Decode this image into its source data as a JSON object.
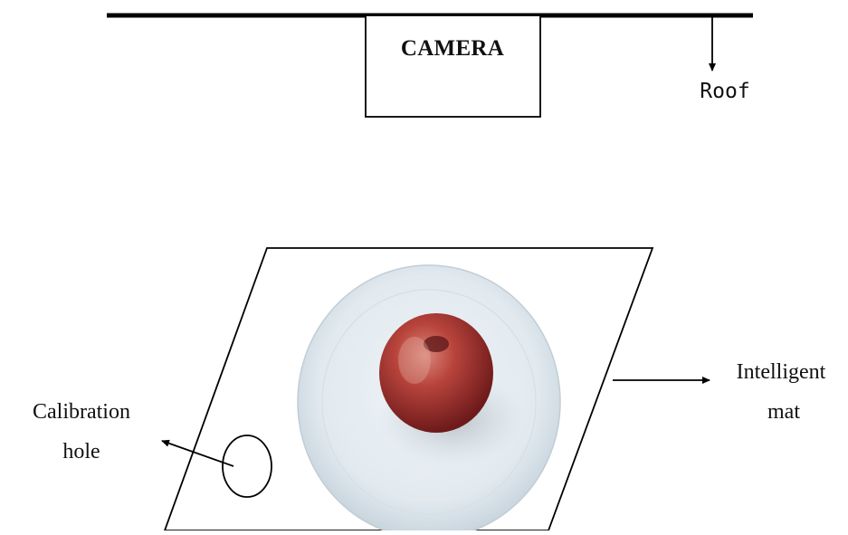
{
  "diagram": {
    "camera_label": "CAMERA",
    "roof_label": "Roof",
    "mat_label_line1": "Intelligent",
    "mat_label_line2": "mat",
    "calib_label_line1": "Calibration",
    "calib_label_line2": "hole"
  },
  "colors": {
    "line": "#000000",
    "plate": "#dfe8ee",
    "plate_rim": "#c9d5de",
    "apple_red": "#b0312f",
    "apple_dark": "#7a1d1e",
    "background": "#ffffff"
  }
}
